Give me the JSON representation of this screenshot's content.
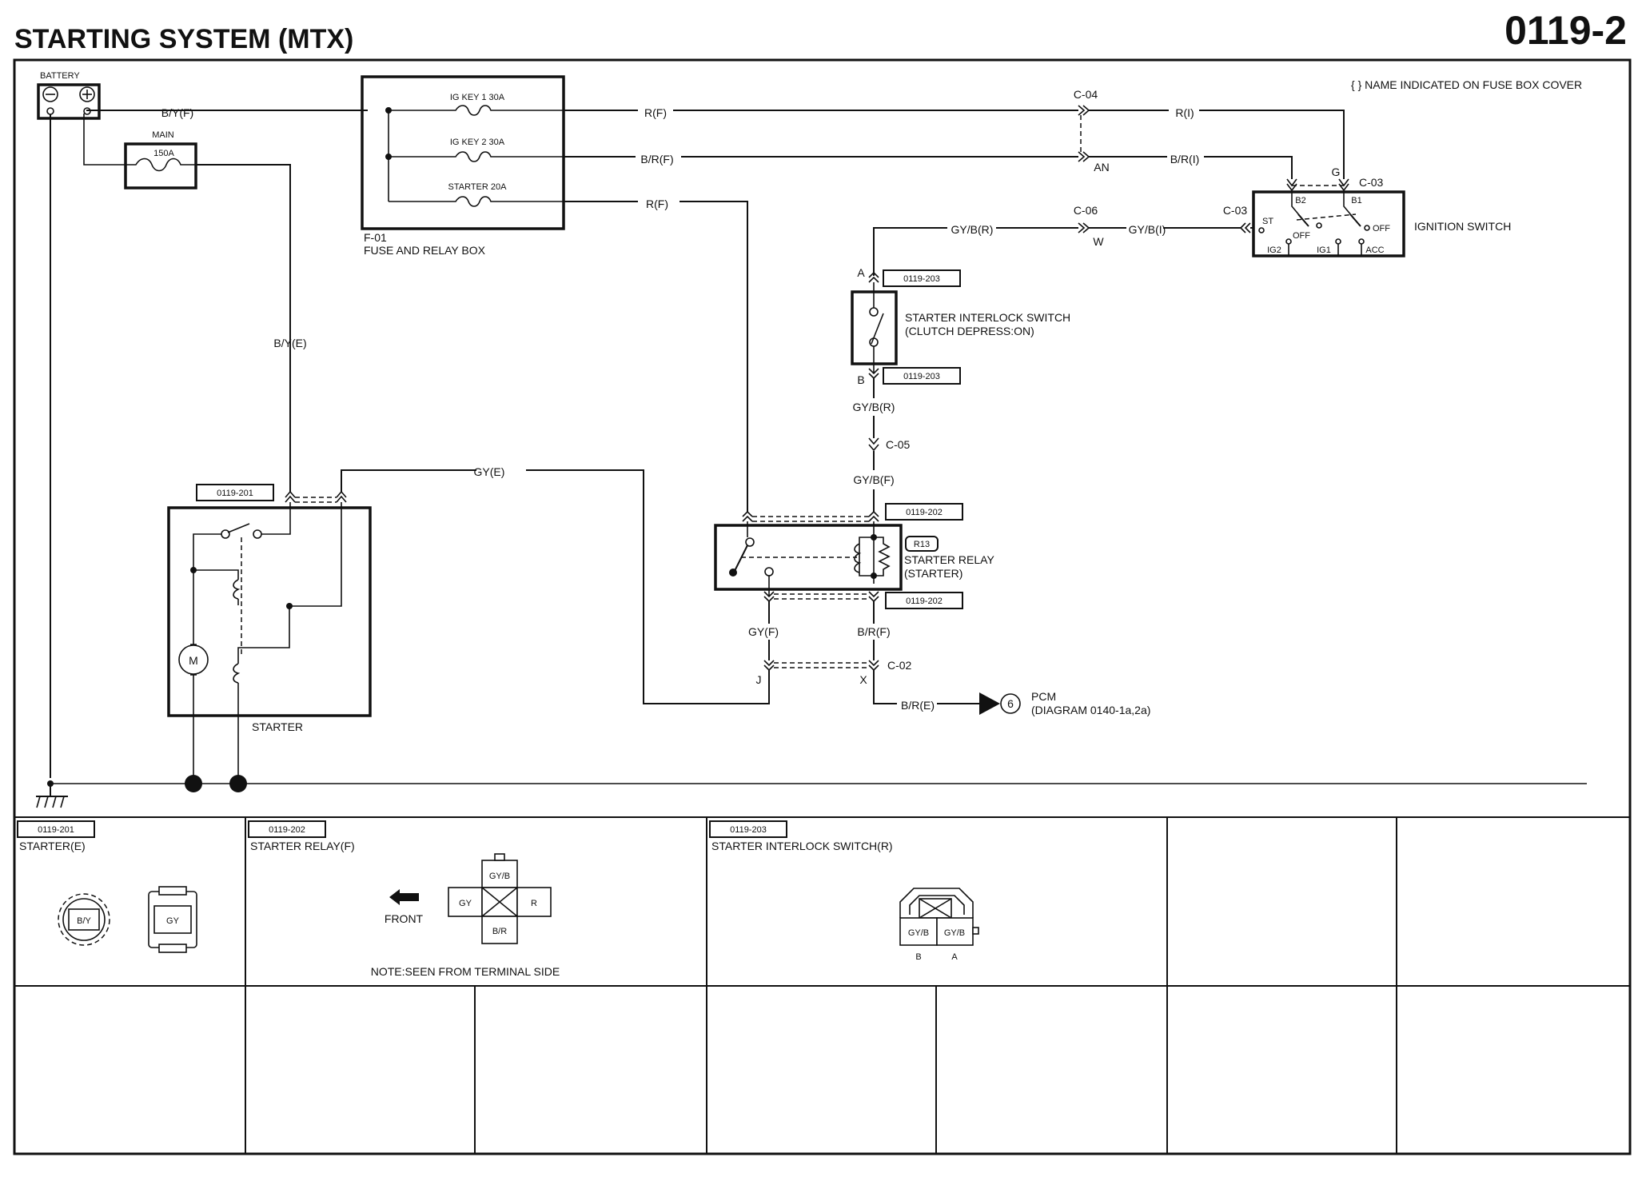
{
  "header": {
    "title": "STARTING SYSTEM (MTX)",
    "page_number": "0119-2"
  },
  "legend_note": "{ } NAME INDICATED ON FUSE BOX COVER",
  "battery": {
    "label": "BATTERY"
  },
  "main_fuse": {
    "label": "MAIN",
    "rating": "150A"
  },
  "fuse_box": {
    "id": "F-01",
    "name": "FUSE AND RELAY BOX",
    "fuses": [
      "IG KEY 1 30A",
      "IG KEY 2 30A",
      "STARTER 20A"
    ]
  },
  "wires": {
    "battery_out": "B/Y(F)",
    "ig_key1_out": "R(F)",
    "ig_key2_out": "B/R(F)",
    "starter_fuse_out": "R(F)",
    "main_to_starter": "B/Y(E)",
    "ig_key1_in": "R(I)",
    "ig_key2_in": "B/R(I)",
    "switch_to_c06": "GY/B(I)",
    "c06_to_interlock": "GY/B(R)",
    "interlock_out": "GY/B(R)",
    "relay_coil_in": "GY/B(F)",
    "starter_signal": "GY(E)",
    "relay_switch_out": "GY(F)",
    "relay_coil_out": "B/R(F)",
    "to_pcm": "B/R(E)"
  },
  "connectors": {
    "c04": "C-04",
    "an": "AN",
    "c06": "C-06",
    "w": "W",
    "c03_top": "C-03",
    "c03_side": "C-03",
    "g": "G",
    "c05": "C-05",
    "c02": "C-02",
    "j": "J",
    "x": "X",
    "pin_a": "A",
    "pin_b": "B"
  },
  "ignition_switch": {
    "label": "IGNITION SWITCH",
    "terms": {
      "b2": "B2",
      "b1": "B1",
      "st": "ST",
      "off_left": "OFF",
      "off_right": "OFF",
      "ig2": "IG2",
      "ig1": "IG1",
      "acc": "ACC"
    }
  },
  "interlock": {
    "ref_top": "0119-203",
    "ref_bottom": "0119-203",
    "label_line1": "STARTER INTERLOCK SWITCH",
    "label_line2": "(CLUTCH DEPRESS:ON)"
  },
  "relay": {
    "ref_top": "0119-202",
    "ref_bottom": "0119-202",
    "code": "R13",
    "label_line1": "STARTER RELAY",
    "label_line2": "(STARTER)"
  },
  "starter": {
    "ref": "0119-201",
    "label": "STARTER",
    "motor_symbol": "M"
  },
  "pcm": {
    "number": "6",
    "label": "PCM",
    "diagram_ref": "(DIAGRAM 0140-1a,2a)"
  },
  "connector_views": {
    "starter": {
      "ref": "0119-201",
      "title": "STARTER(E)",
      "term1": "B/Y",
      "term2": "GY"
    },
    "relay": {
      "ref": "0119-202",
      "title": "STARTER RELAY(F)",
      "front": "FRONT",
      "top": "GY/B",
      "left": "GY",
      "right": "R",
      "bottom": "B/R",
      "note": "NOTE:SEEN FROM TERMINAL SIDE"
    },
    "interlock": {
      "ref": "0119-203",
      "title": "STARTER INTERLOCK SWITCH(R)",
      "cell1": "GY/B",
      "cell2": "GY/B",
      "pin1": "B",
      "pin2": "A"
    }
  }
}
